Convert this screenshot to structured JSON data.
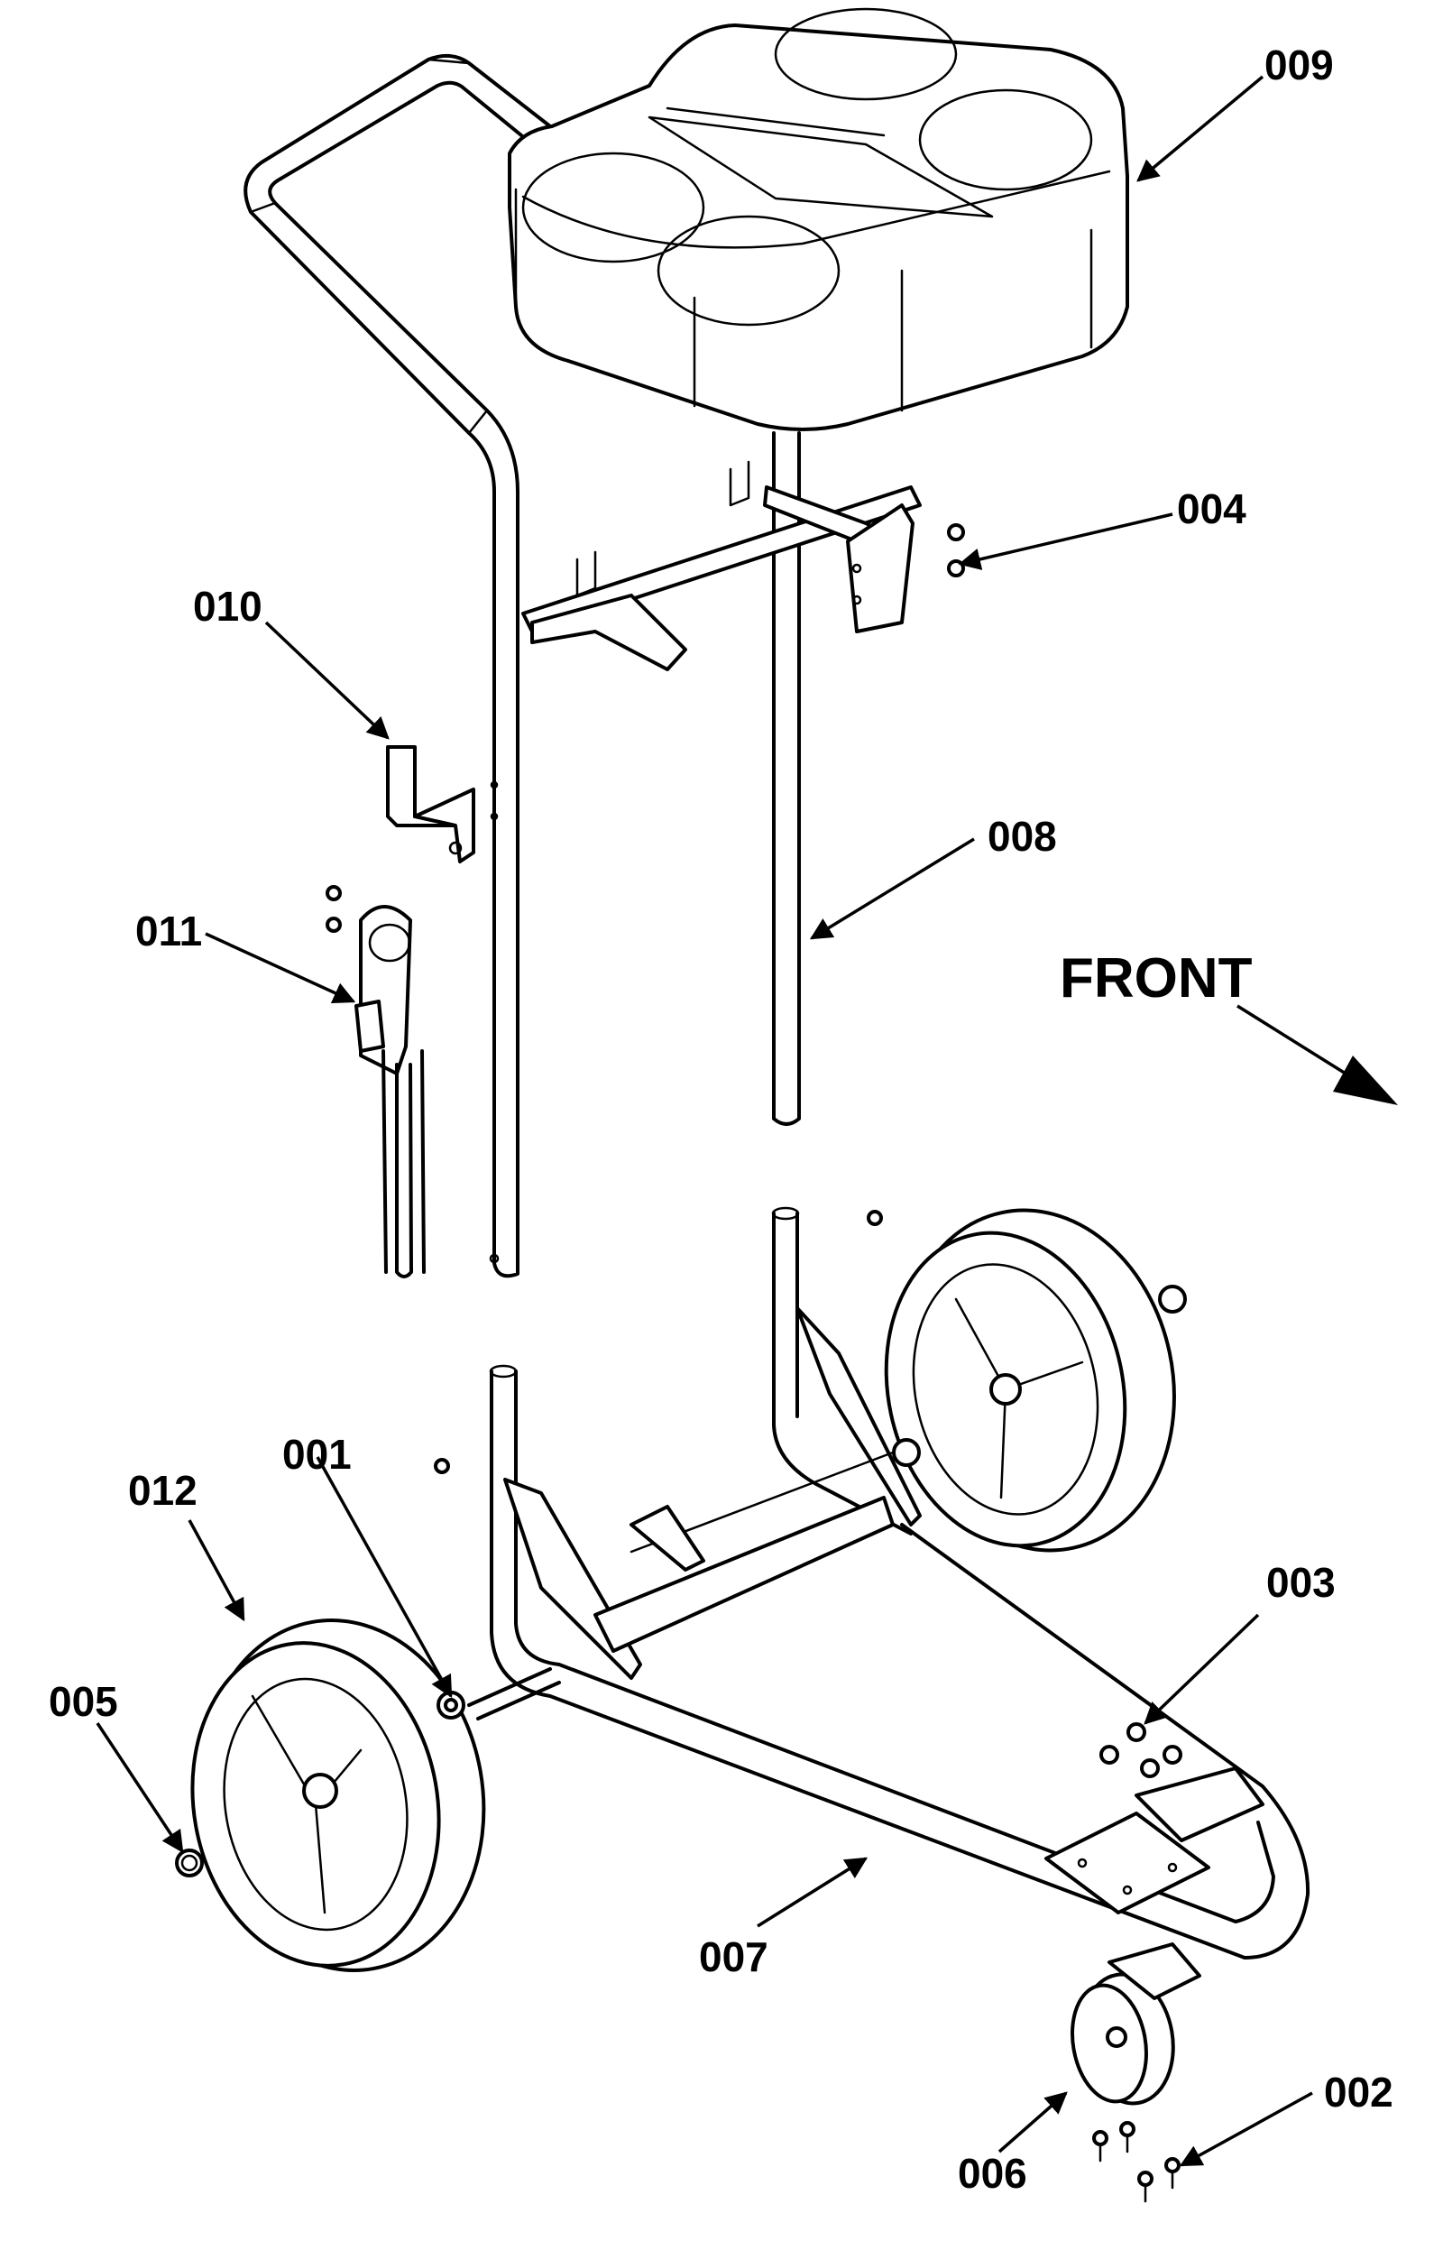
{
  "diagram": {
    "orientation_label": "FRONT",
    "callouts": {
      "p001": "001",
      "p002": "002",
      "p003": "003",
      "p004": "004",
      "p005": "005",
      "p006": "006",
      "p007": "007",
      "p008": "008",
      "p009": "009",
      "p010": "010",
      "p011": "011",
      "p012": "012"
    }
  }
}
